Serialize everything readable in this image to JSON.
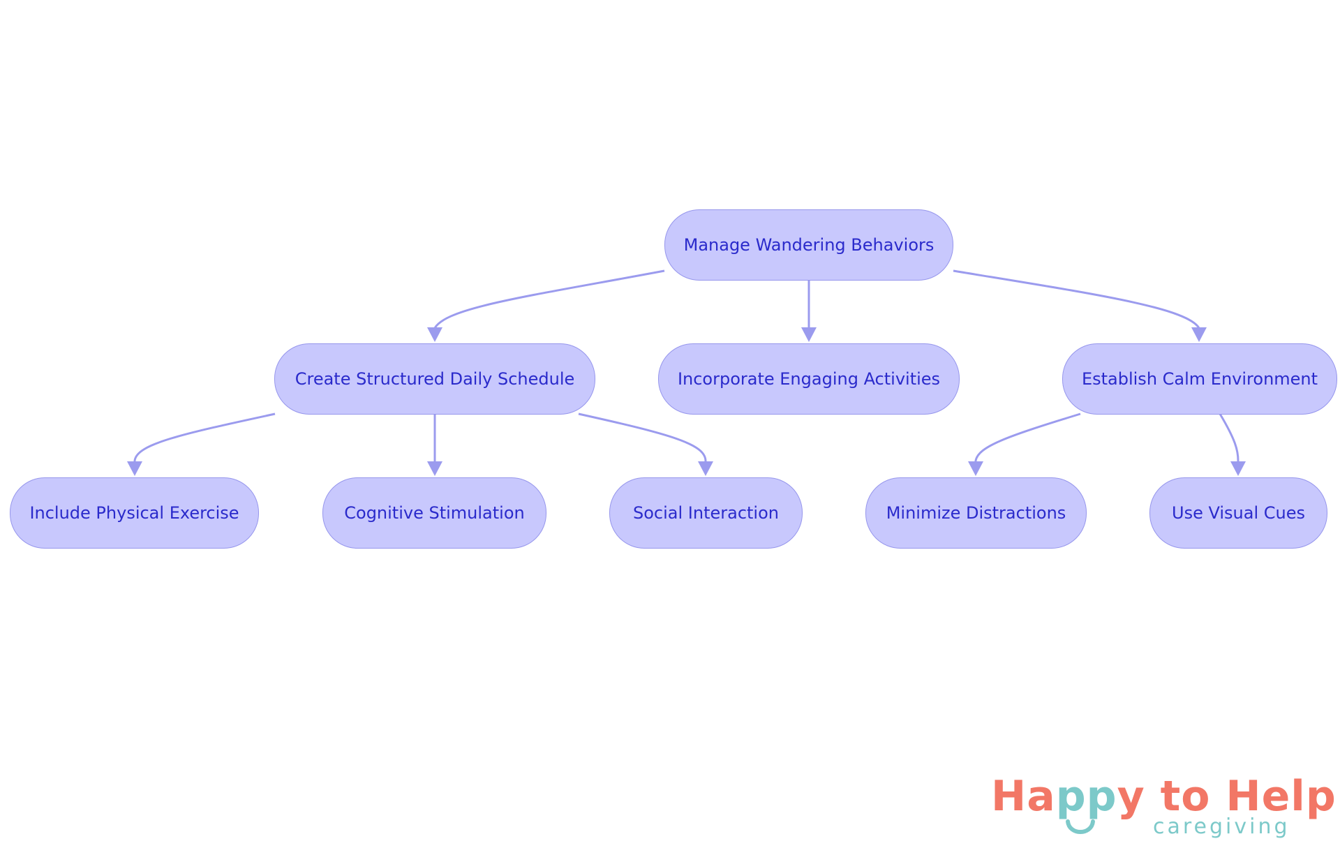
{
  "diagram": {
    "root": {
      "id": "root",
      "label": "Manage Wandering Behaviors"
    },
    "nodes": [
      {
        "id": "schedule",
        "label": "Create Structured Daily Schedule",
        "parent": "root"
      },
      {
        "id": "activities",
        "label": "Incorporate Engaging Activities",
        "parent": "root"
      },
      {
        "id": "calm",
        "label": "Establish Calm Environment",
        "parent": "root"
      },
      {
        "id": "exercise",
        "label": "Include Physical Exercise",
        "parent": "schedule"
      },
      {
        "id": "cognitive",
        "label": "Cognitive Stimulation",
        "parent": "schedule"
      },
      {
        "id": "social",
        "label": "Social Interaction",
        "parent": "schedule"
      },
      {
        "id": "distractions",
        "label": "Minimize Distractions",
        "parent": "calm"
      },
      {
        "id": "visual",
        "label": "Use Visual Cues",
        "parent": "calm"
      }
    ],
    "colors": {
      "node_fill": "#c8c8fd",
      "node_border": "#9696ec",
      "node_text": "#2a2acb",
      "edge": "#9b9bee"
    }
  },
  "logo": {
    "word_happy_start": "Ha",
    "word_happy_pp": "pp",
    "word_happy_end": "y to Help",
    "tagline": "caregiving",
    "colors": {
      "primary": "#f27766",
      "secondary": "#7cc9c9"
    }
  }
}
